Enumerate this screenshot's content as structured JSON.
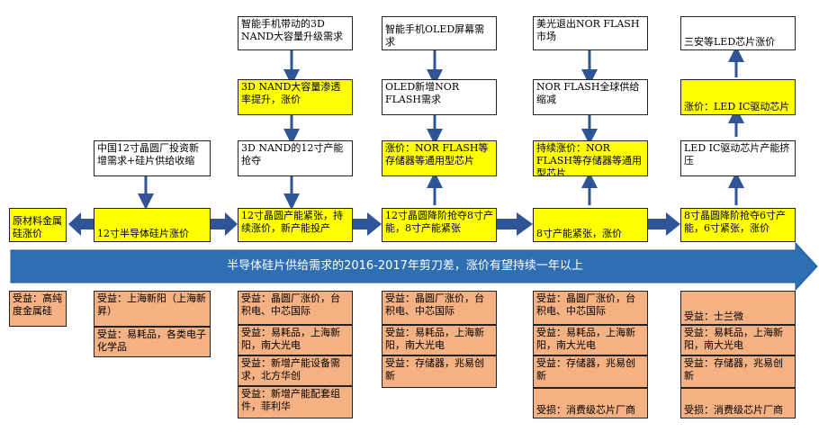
{
  "band": {
    "title": "半导体硅片供给需求的2016-2017年剪刀差，涨价有望持续一年以上",
    "color": "#2e6fb3"
  },
  "colors": {
    "yellow": "#ffff00",
    "peach": "#f4b183",
    "arrow": "#2f5597"
  },
  "main_chain": [
    "原材料金属硅涨价",
    "12寸半导体硅片涨价",
    "12寸晶圆产能紧张，持续涨价，新产能投产",
    "12寸晶圆降阶抢夺8寸产能，8寸产能紧张",
    "8寸产能紧张，涨价",
    "8寸晶圆降阶抢夺6寸产能，6寸紧张，涨价"
  ],
  "drivers": {
    "col1": [
      "中国12寸晶圆厂投资新增需求+硅片供给收缩"
    ],
    "col2": [
      "智能手机带动的3D NAND大容量升级需求",
      "3D NAND大容量渗透率提升，涨价",
      "3D NAND的12寸产能抢夺"
    ],
    "col3": [
      "智能手机OLED屏幕需求",
      "OLED新增NOR FLASH需求",
      "涨价：NOR FLASH等存储器等通用型芯片"
    ],
    "col4": [
      "美光退出NOR FLASH市场",
      "NOR FLASH全球供给缩减",
      "持续涨价：NOR FLASH等存储器等通用型芯片"
    ],
    "col5": [
      "三安等LED芯片涨价",
      "涨价：LED IC驱动芯片",
      "LED IC驱动芯片产能挤压"
    ]
  },
  "beneficiaries": {
    "col0": [
      "受益：高纯度金属硅"
    ],
    "col1": [
      "受益：上海新阳（上海新昇）",
      "受益：易耗品，各类电子化学品"
    ],
    "col2": [
      "受益：晶圆厂涨价，台积电、中芯国际",
      "受益：易耗品，上海新阳，南大光电",
      "受益：新增产能设备需求，北方华创",
      "受益：新增产能配套组件，菲利华"
    ],
    "col3": [
      "受益：晶圆厂涨价，台积电、中芯国际",
      "受益：易耗品，上海新阳，南大光电",
      "受益：存储器，兆易创新"
    ],
    "col4": [
      "受益：晶圆厂涨价，台积电、中芯国际",
      "受益：易耗品，上海新阳，南大光电",
      "受益：存储器，兆易创新",
      "受损：消费级芯片厂商"
    ],
    "col5": [
      "受益：士兰微",
      "受益：易耗品，上海新阳，南大光电",
      "受益：存储器，兆易创新",
      "受损：消费级芯片厂商"
    ]
  }
}
